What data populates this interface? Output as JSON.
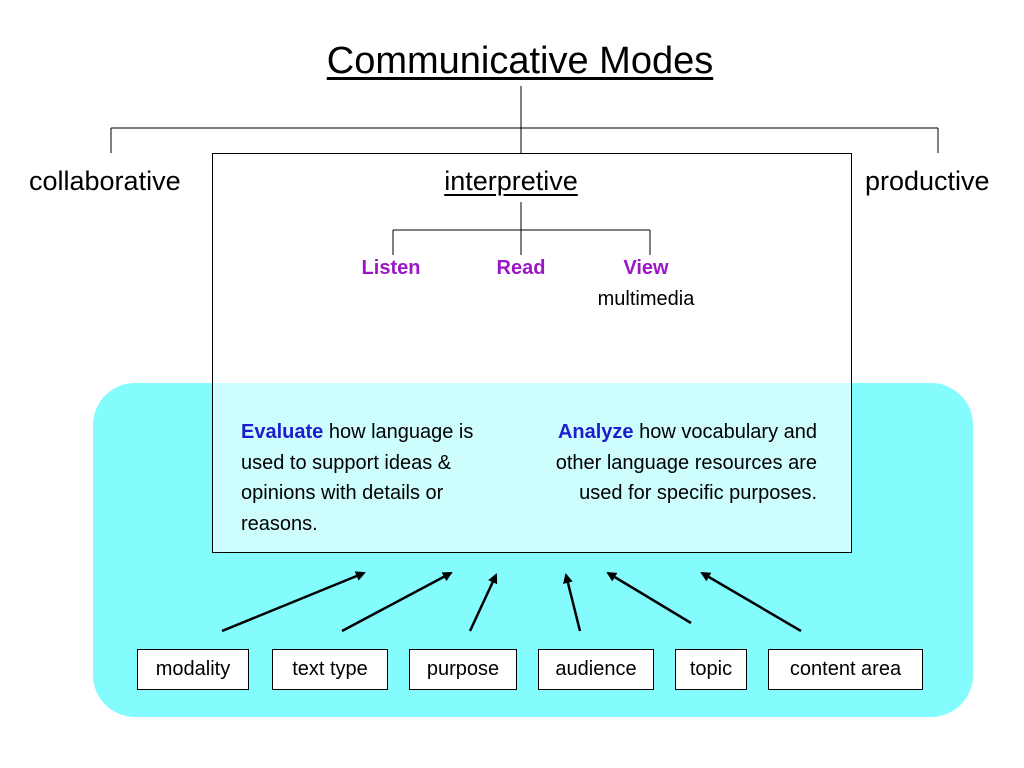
{
  "title": "Communicative Modes",
  "modes": {
    "left": "collaborative",
    "center": "interpretive",
    "right": "productive"
  },
  "interpretive_submodes": [
    {
      "label": "Listen"
    },
    {
      "label": "Read"
    },
    {
      "label": "View",
      "note": "multimedia"
    }
  ],
  "analysis": {
    "left": {
      "keyword": "Evaluate",
      "text": " how language is used to support ideas & opinions with details or reasons."
    },
    "right": {
      "keyword": "Analyze",
      "text": " how vocabulary and other language resources are used for specific purposes."
    }
  },
  "factors": [
    "modality",
    "text type",
    "purpose",
    "audience",
    "topic",
    "content area"
  ],
  "colors": {
    "submode": "#9b17c6",
    "keyword": "#1d1dcf",
    "panel": "#84fbfc",
    "panel_inner": "#cdfdfd"
  }
}
